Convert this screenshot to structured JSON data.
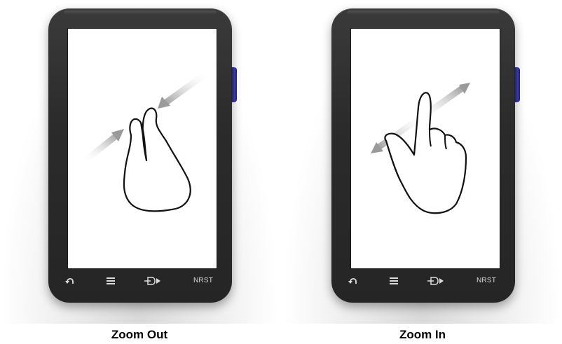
{
  "panels": [
    {
      "caption": "Zoom Out",
      "gesture": "pinch-in",
      "softkeys": [
        {
          "icon": "back-arrow-icon"
        },
        {
          "icon": "menu-icon"
        },
        {
          "icon": "direct-to-icon"
        },
        {
          "label": "NRST"
        }
      ]
    },
    {
      "caption": "Zoom In",
      "gesture": "spread-out",
      "softkeys": [
        {
          "icon": "back-arrow-icon"
        },
        {
          "icon": "menu-icon"
        },
        {
          "icon": "direct-to-icon"
        },
        {
          "label": "NRST"
        }
      ]
    }
  ],
  "colors": {
    "device_body": "#2b2b2b",
    "side_key": "#3a3aa0",
    "arrow": "#b5b5b5",
    "softkey_text": "#dcdcdc"
  }
}
